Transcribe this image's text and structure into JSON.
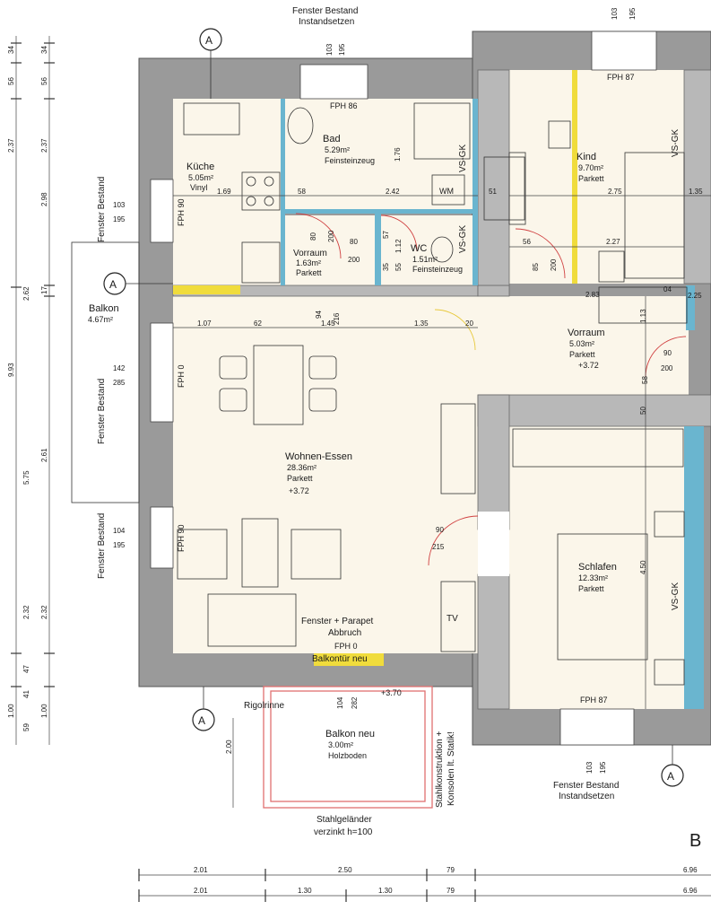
{
  "rooms": {
    "kueche": {
      "name": "Küche",
      "area": "5.05m²",
      "floor": "Vinyl"
    },
    "bad": {
      "name": "Bad",
      "area": "5.29m²",
      "floor": "Feinsteinzeug"
    },
    "vorraum1": {
      "name": "Vorraum",
      "area": "1.63m²",
      "floor": "Parkett"
    },
    "wc": {
      "name": "WC",
      "area": "1.51m²",
      "floor": "Feinsteinzeug"
    },
    "kind": {
      "name": "Kind",
      "area": "9.70m²",
      "floor": "Parkett"
    },
    "vorraum2": {
      "name": "Vorraum",
      "area": "5.03m²",
      "floor": "Parkett",
      "level": "+3.72"
    },
    "wohnen": {
      "name": "Wohnen-Essen",
      "area": "28.36m²",
      "floor": "Parkett",
      "level": "+3.72"
    },
    "schlafen": {
      "name": "Schlafen",
      "area": "12.33m²",
      "floor": "Parkett"
    },
    "balkon": {
      "name": "Balkon",
      "area": "4.67m²"
    },
    "balkon_neu": {
      "name": "Balkon neu",
      "area": "3.00m²",
      "floor": "Holzboden"
    }
  },
  "notes": {
    "fenster_top_1": "Fenster Bestand",
    "fenster_top_2": "Instandsetzen",
    "fenster_bot_1": "Fenster Bestand",
    "fenster_bot_2": "Instandsetzen",
    "fenster_left_1": "Fenster Bestand",
    "fenster_left_2": "Fenster Bestand",
    "fenster_left_3": "Fenster Bestand",
    "parapet_1": "Fenster + Parapet",
    "parapet_2": "Abbruch",
    "balkontuer": "Balkontür neu",
    "rigolrinne": "Rigolrinne",
    "stahl_1": "Stahlgeländer",
    "stahl_2": "verzinkt h=100",
    "statik_1": "Stahlkonstruktion +",
    "statik_2": "Konsolen lt. Statik!",
    "fph86": "FPH 86",
    "fph87a": "FPH 87",
    "fph87b": "FPH 87",
    "fph0a": "FPH 0",
    "fph0b": "FPH 0",
    "fph90a": "FPH 90",
    "fph90b": "FPH 90",
    "wm": "WM",
    "tv": "TV",
    "vsgk1": "VS-GK",
    "vsgk2": "VS-GK",
    "vsgk3": "VS-GK",
    "vsgk4": "VS-GK",
    "level370": "+3.70",
    "sectionA": "A",
    "sectionB": "B"
  },
  "dims": {
    "left_outer": [
      "34",
      "56",
      "2.37",
      "2.98",
      "17",
      "2.61",
      "5.75",
      "2.32",
      "47",
      "41",
      "59",
      "1.00",
      "1.00"
    ],
    "left_inner": [
      "34",
      "2.62",
      "2.32",
      "9.93"
    ],
    "win_top_1": "103",
    "win_top_2": "195",
    "win_kueche_1": "103",
    "win_kueche_2": "195",
    "win_wohnen_1": "142",
    "win_wohnen_2": "285",
    "win_wohnen2_1": "104",
    "win_wohnen2_2": "195",
    "win_bot_1": "103",
    "win_bot_2": "195",
    "kueche_w": "1.69",
    "bad_w": "2.42",
    "bad_h": "1.76",
    "d58": "58",
    "d51": "51",
    "kind_w": "2.75",
    "kind_w2": "2.27",
    "d35": "1.35",
    "d56": "56",
    "door_80a": "80",
    "door_200a": "200",
    "door_80b": "80",
    "door_200b": "200",
    "d57": "57",
    "d112": "1.12",
    "d35b": "35",
    "d55": "55",
    "door_85": "85",
    "door_200c": "200",
    "d94": "94",
    "d216": "216",
    "row_107": "1.07",
    "row_62": "62",
    "row_145": "1.45",
    "row_135": "1.35",
    "row_20": "20",
    "d283": "2.83",
    "d113": "1.13",
    "d04": "04",
    "d225": "2.25",
    "door_90": "90",
    "door_200d": "200",
    "d58b": "58",
    "d50": "50",
    "door_90b": "90",
    "door_215": "215",
    "d450": "4.50",
    "d104": "104",
    "d282": "282",
    "d200": "2.00",
    "bottom_row1": [
      "2.01",
      "2.50",
      "79",
      "6.96"
    ],
    "bottom_row2": [
      "2.01",
      "1.30",
      "1.30",
      "79",
      "6.96"
    ]
  }
}
